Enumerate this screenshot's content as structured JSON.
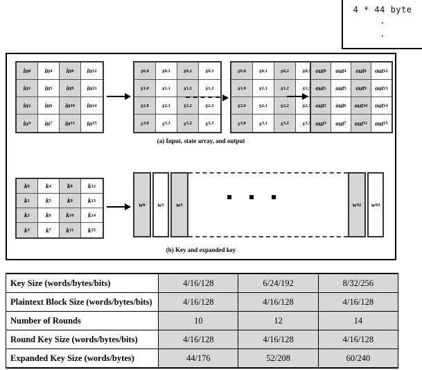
{
  "note": {
    "text": "4 * 44 byte",
    "dot1": ".",
    "dot2": "."
  },
  "figure": {
    "caption_a": "(a) Input, state array, and output",
    "caption_b": "(b) Key and expanded key",
    "input_matrix": {
      "name": "input-array",
      "cells": [
        [
          "in",
          "0"
        ],
        [
          "in",
          "4"
        ],
        [
          "in",
          "8"
        ],
        [
          "in",
          "12"
        ],
        [
          "in",
          "1"
        ],
        [
          "in",
          "5"
        ],
        [
          "in",
          "9"
        ],
        [
          "in",
          "13"
        ],
        [
          "in",
          "2"
        ],
        [
          "in",
          "6"
        ],
        [
          "in",
          "10"
        ],
        [
          "in",
          "14"
        ],
        [
          "in",
          "3"
        ],
        [
          "in",
          "7"
        ],
        [
          "in",
          "11"
        ],
        [
          "in",
          "15"
        ]
      ]
    },
    "state_matrix": {
      "name": "state-array",
      "cells": [
        [
          "s",
          "0,0"
        ],
        [
          "s",
          "0,1"
        ],
        [
          "s",
          "0,2"
        ],
        [
          "s",
          "0,3"
        ],
        [
          "s",
          "1,0"
        ],
        [
          "s",
          "1,1"
        ],
        [
          "s",
          "1,2"
        ],
        [
          "s",
          "1,3"
        ],
        [
          "s",
          "2,0"
        ],
        [
          "s",
          "2,1"
        ],
        [
          "s",
          "2,2"
        ],
        [
          "s",
          "2,3"
        ],
        [
          "s",
          "3,0"
        ],
        [
          "s",
          "3,1"
        ],
        [
          "s",
          "3,2"
        ],
        [
          "s",
          "3,3"
        ]
      ]
    },
    "output_matrix": {
      "name": "output-array",
      "cells": [
        [
          "out",
          "0"
        ],
        [
          "out",
          "4"
        ],
        [
          "out",
          "8"
        ],
        [
          "out",
          "12"
        ],
        [
          "out",
          "1"
        ],
        [
          "out",
          "5"
        ],
        [
          "out",
          "9"
        ],
        [
          "out",
          "13"
        ],
        [
          "out",
          "2"
        ],
        [
          "out",
          "6"
        ],
        [
          "out",
          "10"
        ],
        [
          "out",
          "14"
        ],
        [
          "out",
          "3"
        ],
        [
          "out",
          "7"
        ],
        [
          "out",
          "11"
        ],
        [
          "out",
          "15"
        ]
      ]
    },
    "key_matrix": {
      "name": "key-array",
      "cells": [
        [
          "k",
          "0"
        ],
        [
          "k",
          "4"
        ],
        [
          "k",
          "8"
        ],
        [
          "k",
          "12"
        ],
        [
          "k",
          "1"
        ],
        [
          "k",
          "5"
        ],
        [
          "k",
          "9"
        ],
        [
          "k",
          "13"
        ],
        [
          "k",
          "2"
        ],
        [
          "k",
          "6"
        ],
        [
          "k",
          "10"
        ],
        [
          "k",
          "14"
        ],
        [
          "k",
          "3"
        ],
        [
          "k",
          "7"
        ],
        [
          "k",
          "11"
        ],
        [
          "k",
          "15"
        ]
      ]
    },
    "expanded_key_words": [
      {
        "base": "w",
        "sub": "0"
      },
      {
        "base": "w",
        "sub": "1"
      },
      {
        "base": "w",
        "sub": "2"
      },
      {
        "base": "w",
        "sub": "42"
      },
      {
        "base": "w",
        "sub": "43"
      }
    ]
  },
  "table": {
    "rows": [
      {
        "label": "Key Size (words/bytes/bits)",
        "values": [
          "4/16/128",
          "6/24/192",
          "8/32/256"
        ]
      },
      {
        "label": "Plaintext Block Size (words/bytes/bits)",
        "values": [
          "4/16/128",
          "4/16/128",
          "4/16/128"
        ]
      },
      {
        "label": "Number of Rounds",
        "values": [
          "10",
          "12",
          "14"
        ]
      },
      {
        "label": "Round Key Size (words/bytes/bits)",
        "values": [
          "4/16/128",
          "4/16/128",
          "4/16/128"
        ]
      },
      {
        "label": "Expanded Key Size (words/bytes)",
        "values": [
          "44/176",
          "52/208",
          "60/240"
        ]
      }
    ]
  },
  "colors": {
    "shade": "#d4d4d4",
    "table_shade": "#d8d8d8",
    "border": "#000000"
  }
}
